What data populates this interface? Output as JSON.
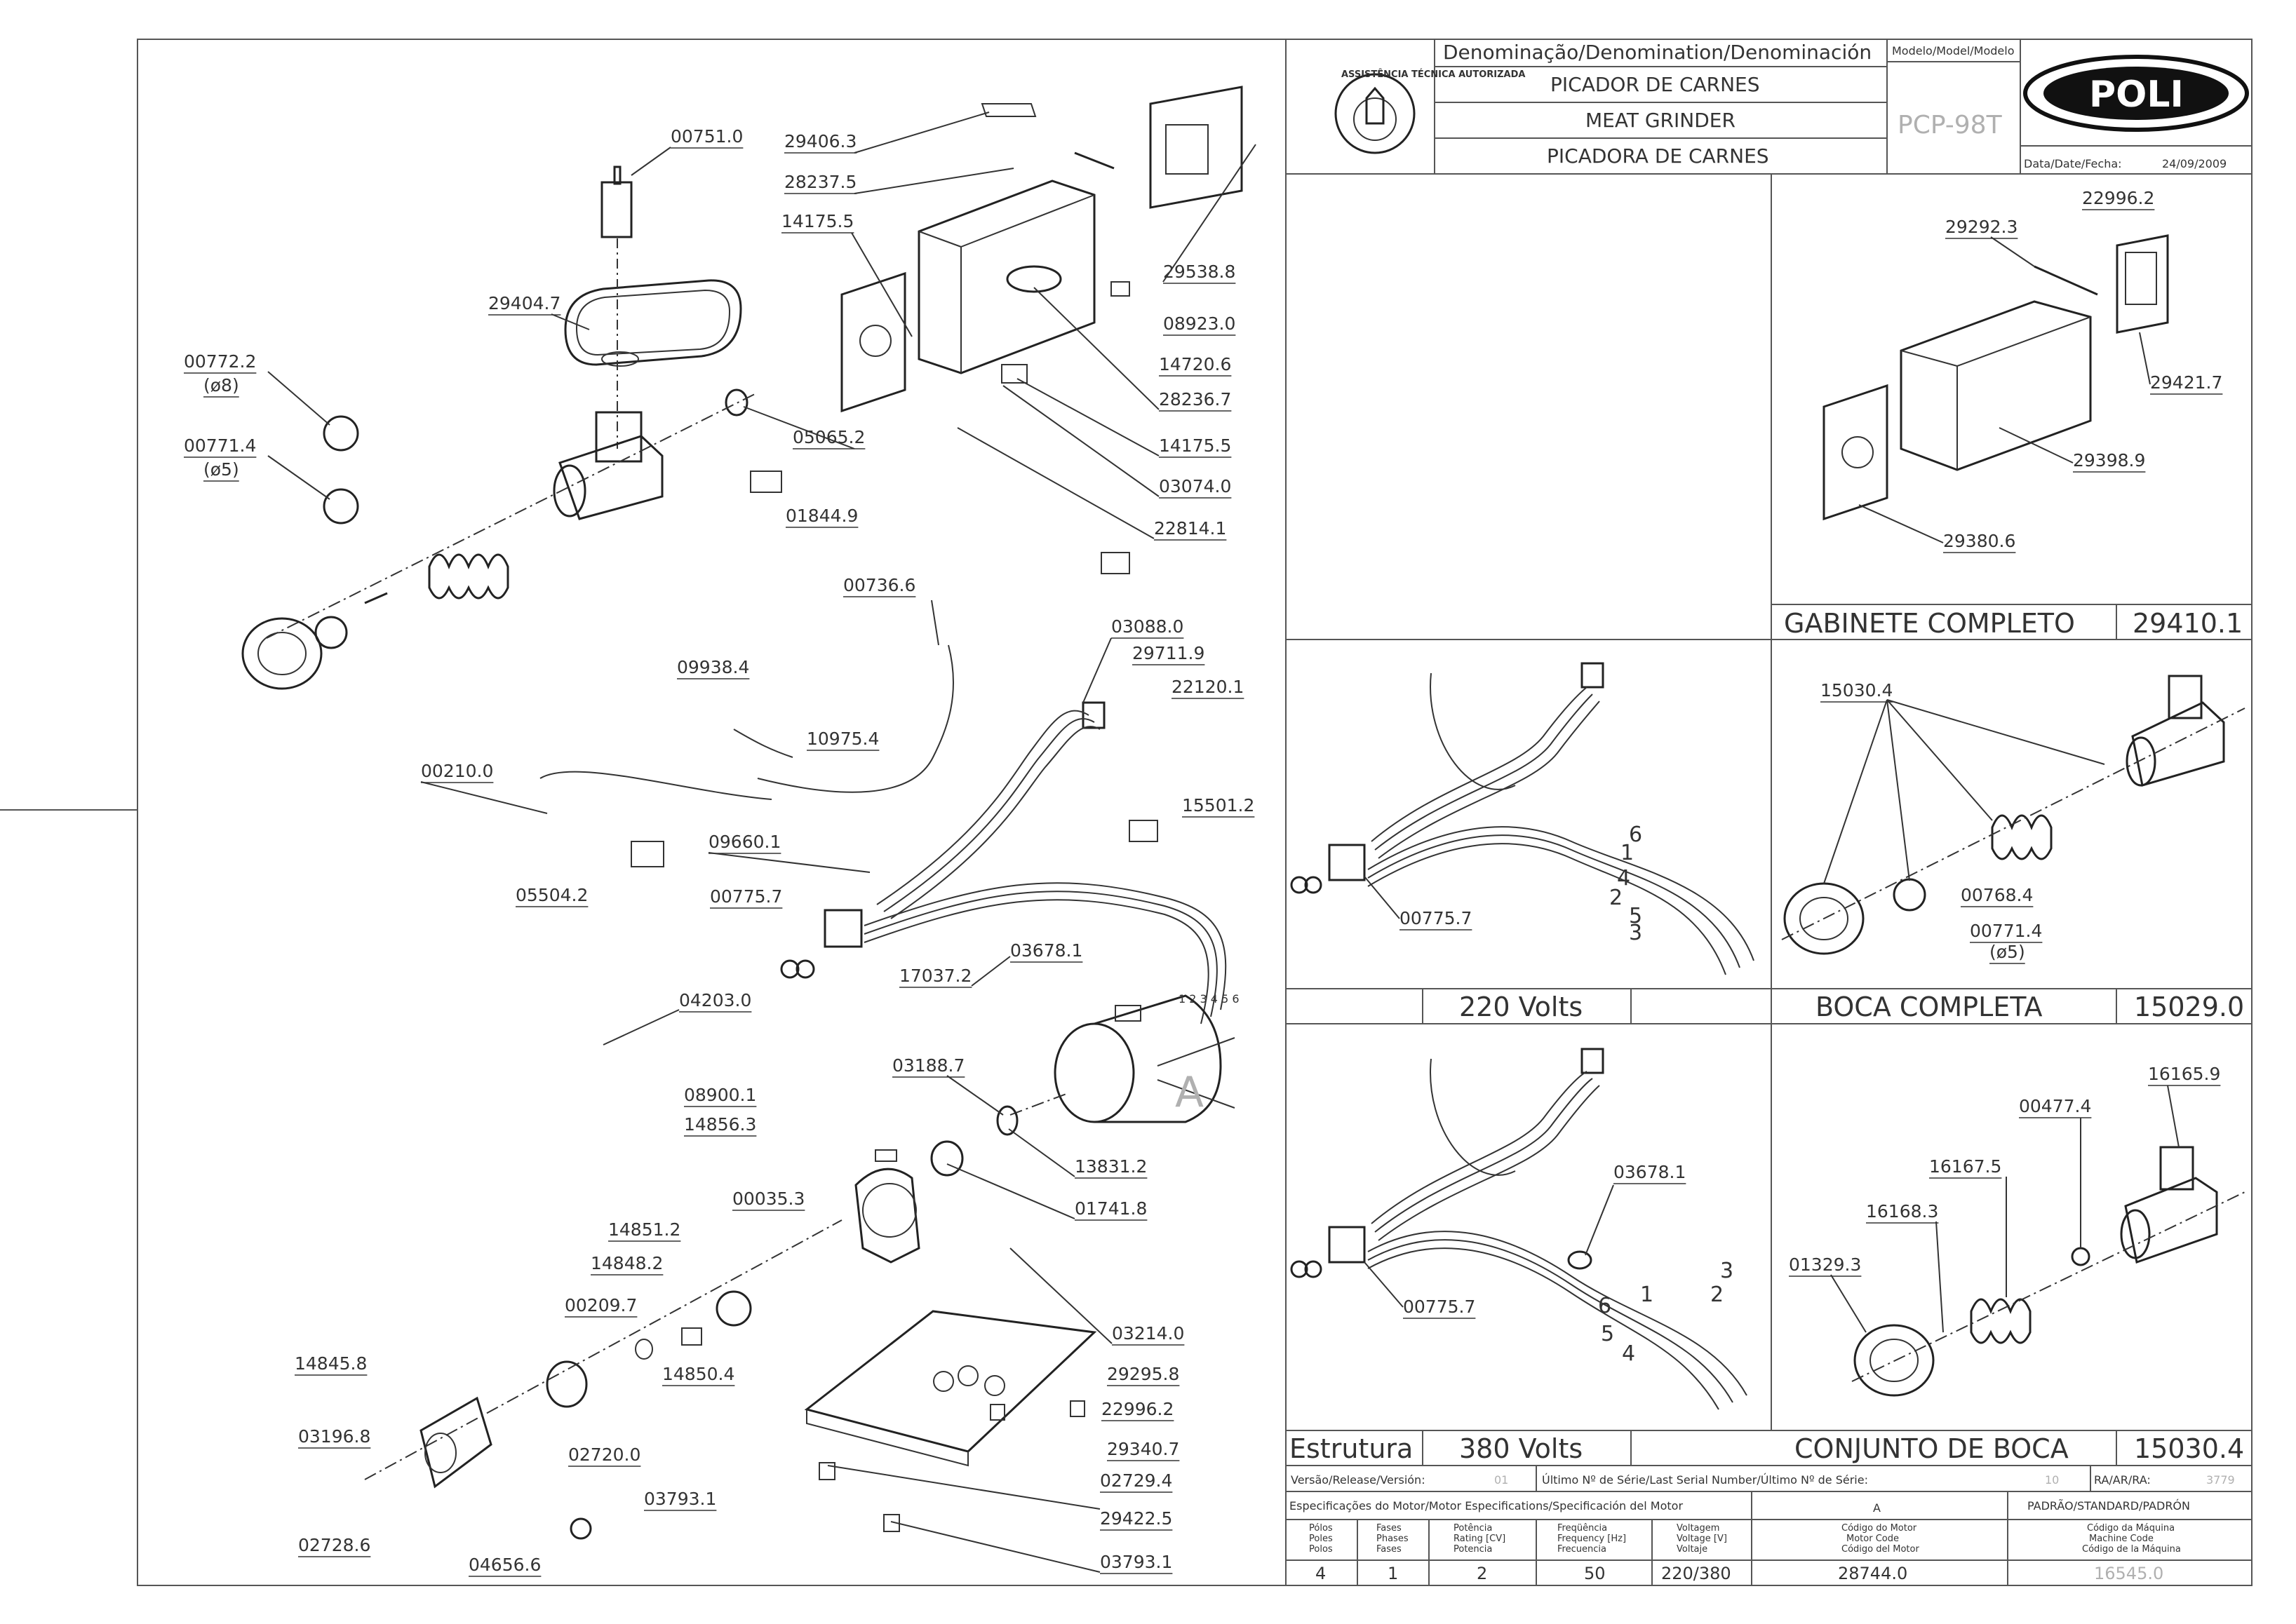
{
  "title_block": {
    "denomination_header": "Denominação/Denomination/Denominación",
    "model_header": "Modelo/Model/Modelo",
    "name_pt": "PICADOR DE CARNES",
    "name_en": "MEAT GRINDER",
    "name_es": "PICADORA DE CARNES",
    "model": "PCP-98T",
    "brand": "POLI",
    "date_label": "Data/Date/Fecha:",
    "date": "24/09/2009",
    "seal_text": "ASSISTÊNCIA TÉCNICA AUTORIZADA"
  },
  "panels": {
    "cabinet": {
      "title": "GABINETE COMPLETO",
      "code": "29410.1"
    },
    "mouth": {
      "title": "BOCA COMPLETA",
      "code": "15029.0"
    },
    "v220": {
      "title": "220 Volts"
    },
    "v380": {
      "title": "380 Volts"
    },
    "structure": {
      "title": "Estrutura"
    },
    "mouth_set": {
      "title": "CONJUNTO DE BOCA",
      "code": "15030.4"
    },
    "letter_a": "A"
  },
  "release_row": {
    "version_label": "Versão/Release/Versión:",
    "version": "01",
    "serial_label": "Último Nº de Série/Last Serial Number/Último Nº de Série:",
    "serial": "10",
    "ra_label": "RA/AR/RA:",
    "ra": "3779"
  },
  "motor_specs": {
    "header": "Especificações do Motor/Motor Especifications/Specificación del Motor",
    "col_a": "A",
    "standard": "PADRÃO/STANDARD/PADRÓN",
    "headers": [
      [
        "Pólos",
        "Poles",
        "Polos"
      ],
      [
        "Fases",
        "Phases",
        "Fases"
      ],
      [
        "Potência",
        "Rating [CV]",
        "Potencia"
      ],
      [
        "Freqüência",
        "Frequency [Hz]",
        "Frecuencia"
      ],
      [
        "Voltagem",
        "Voltage [V]",
        "Voltaje"
      ],
      [
        "Código do Motor",
        "Motor Code",
        "Código del Motor"
      ],
      [
        "Código da Máquina",
        "Machine Code",
        "Código de la Máquina"
      ]
    ],
    "values": [
      "4",
      "1",
      "2",
      "50",
      "220/380",
      "28744.0",
      "16545.0"
    ]
  },
  "parts_main": [
    "00751.0",
    "29404.7",
    "00772.2",
    "(ø8)",
    "00771.4",
    "(ø5)",
    "05065.2",
    "01844.9",
    "29406.3",
    "28237.5",
    "14175.5",
    "29538.8",
    "08923.0",
    "14720.6",
    "28236.7",
    "14175.5",
    "03074.0",
    "22814.1",
    "00736.6",
    "03088.0",
    "29711.9",
    "22120.1",
    "09938.4",
    "10975.4",
    "00210.0",
    "15501.2",
    "09660.1",
    "05504.2",
    "00775.7",
    "17037.2",
    "03678.1",
    "04203.0",
    "03188.7",
    "08900.1",
    "14856.3",
    "13831.2",
    "01741.8",
    "00035.3",
    "14851.2",
    "14848.2",
    "00209.7",
    "14850.4",
    "03214.0",
    "29295.8",
    "14845.8",
    "22996.2",
    "03196.8",
    "02720.0",
    "29340.7",
    "02729.4",
    "03793.1",
    "29422.5",
    "02728.6",
    "04656.6",
    "03793.1"
  ],
  "parts_cabinet": [
    "22996.2",
    "29292.3",
    "29421.7",
    "29398.9",
    "29380.6"
  ],
  "parts_mouth": [
    "15030.4",
    "00768.4",
    "00771.4",
    "(ø5)"
  ],
  "parts_mouth_set": [
    "16165.9",
    "00477.4",
    "16167.5",
    "16168.3",
    "01329.3"
  ],
  "parts_220": [
    "00775.7"
  ],
  "wires_220": [
    "6",
    "1",
    "4",
    "2",
    "5",
    "3"
  ],
  "parts_380": [
    "03678.1",
    "00775.7"
  ],
  "wires_380": [
    "3",
    "1",
    "2",
    "6",
    "5",
    "4"
  ],
  "motor_terminals": "1 2 3 4 5 6"
}
